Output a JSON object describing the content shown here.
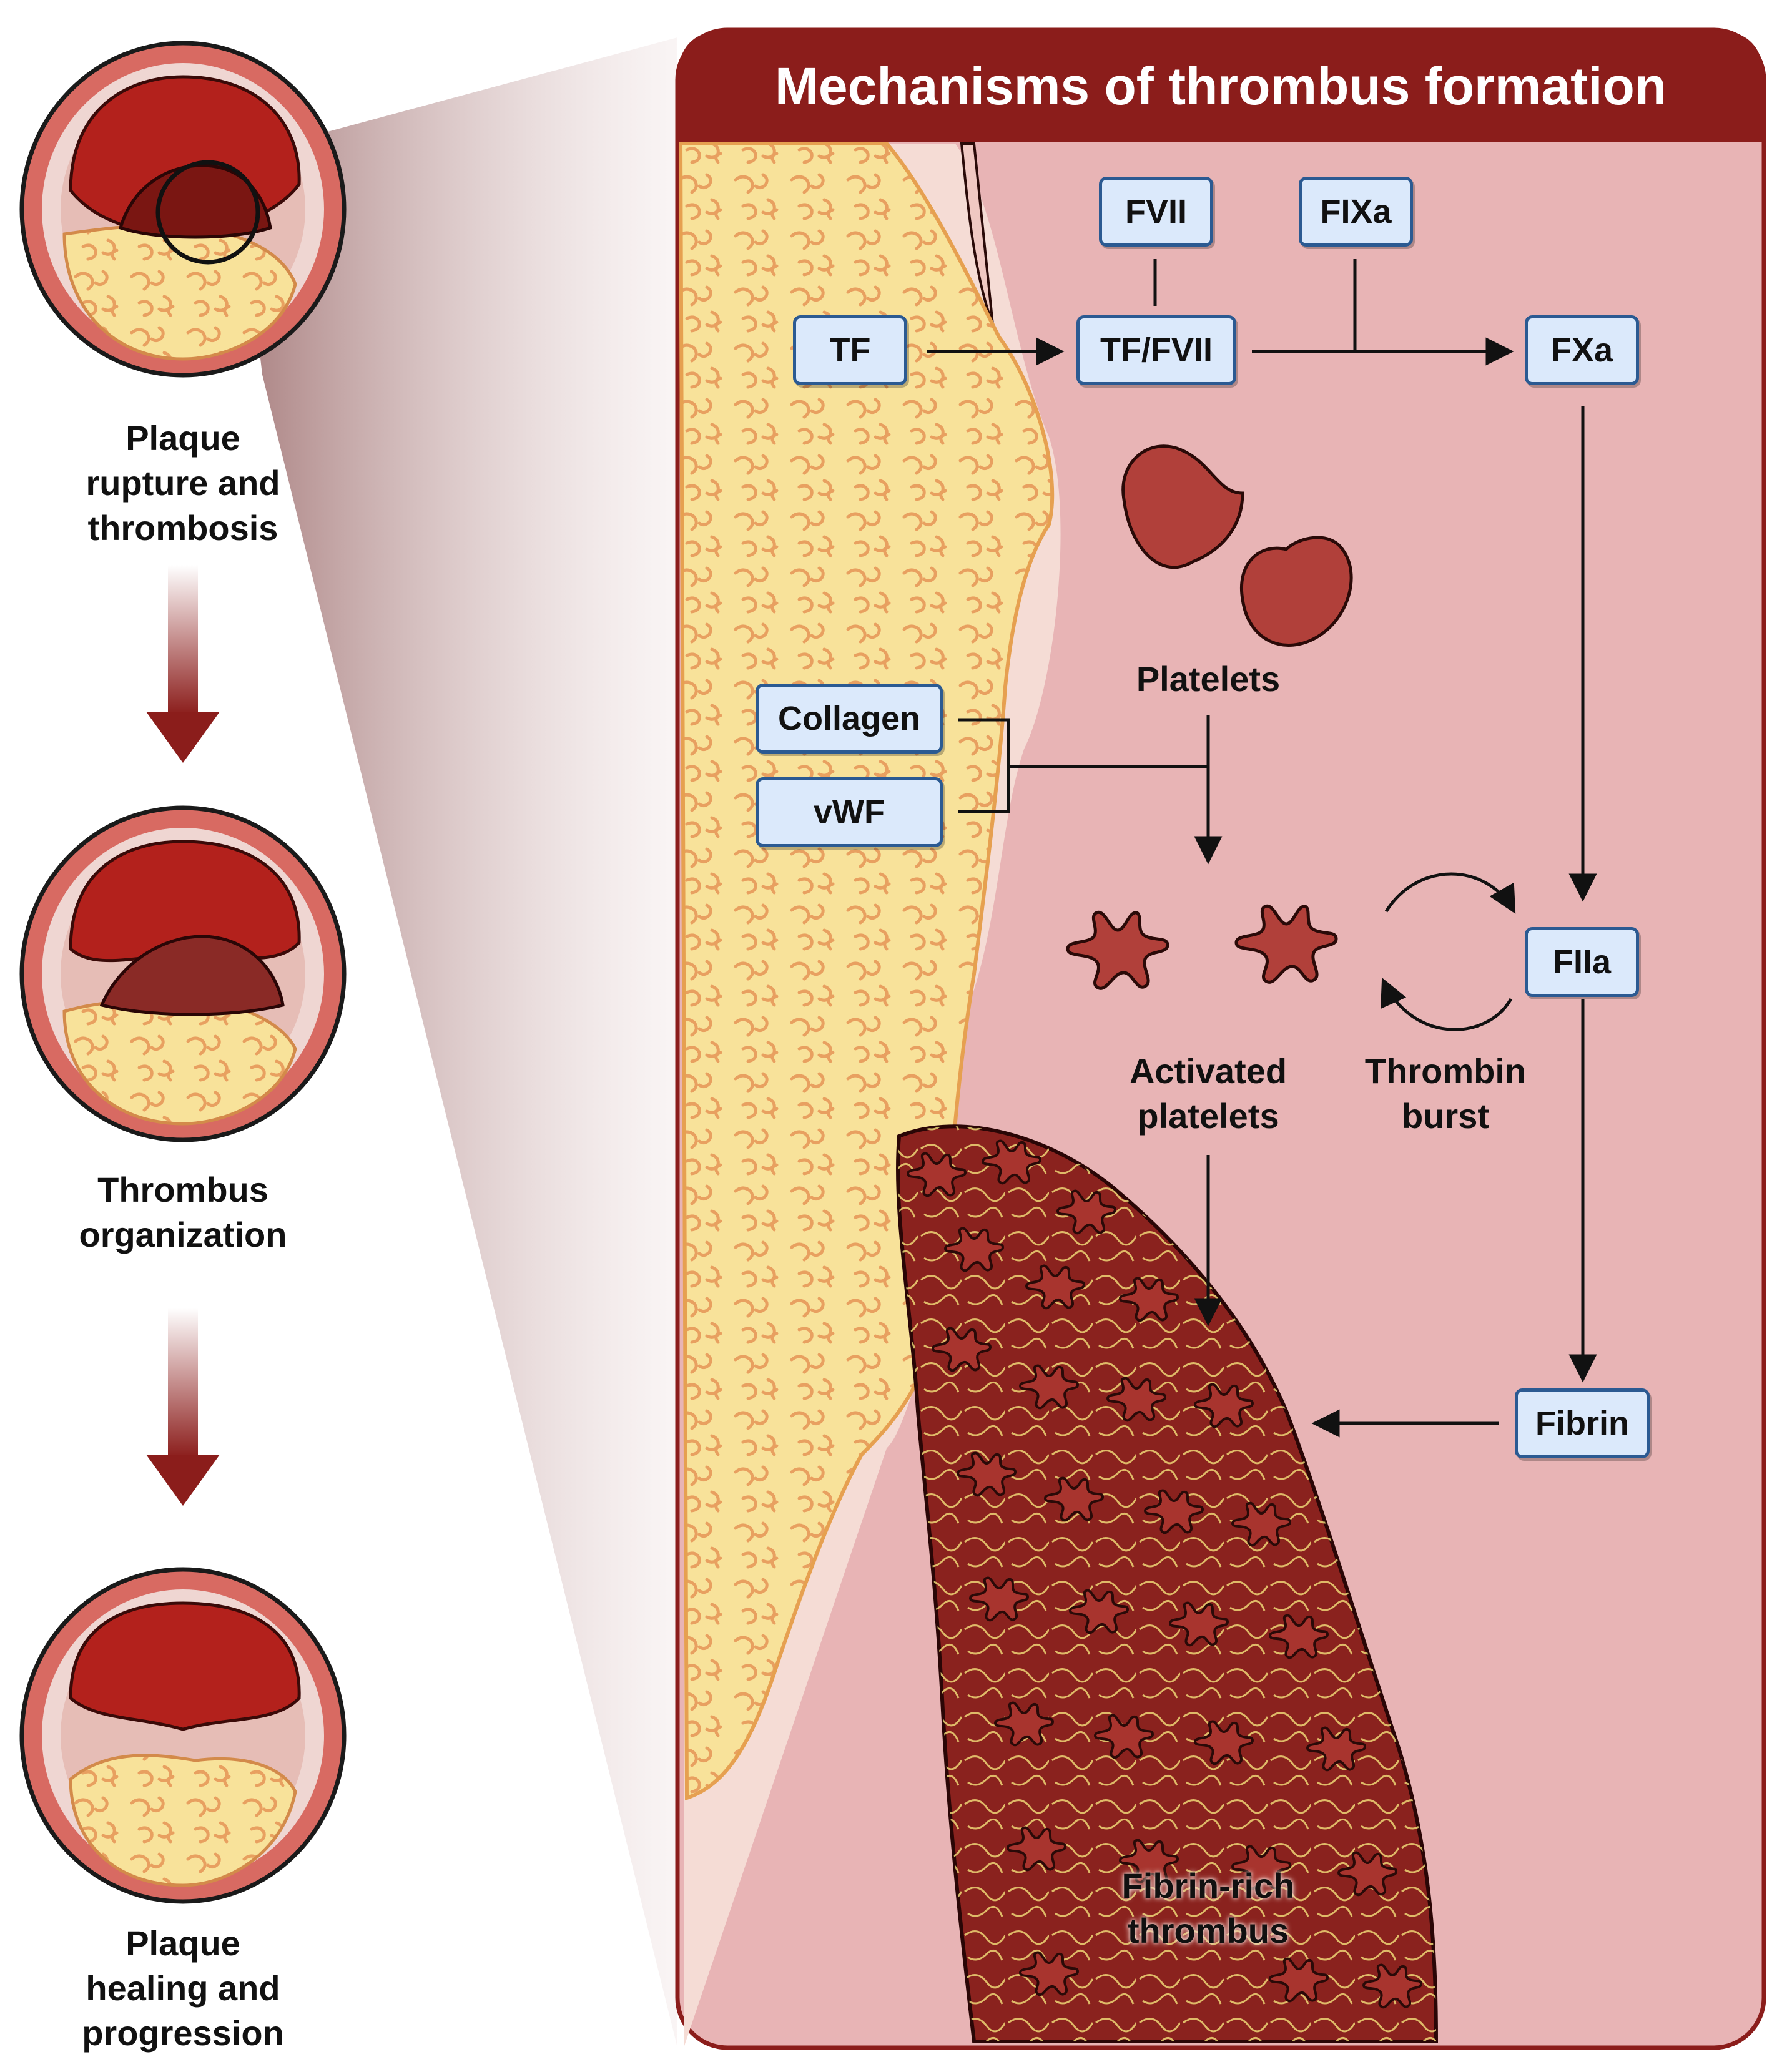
{
  "title": "Mechanisms of thrombus formation",
  "stages": [
    {
      "label": "Plaque\nrupture and\nthrombosis"
    },
    {
      "label": "Thrombus\norganization"
    },
    {
      "label": "Plaque\nhealing and\nprogression"
    }
  ],
  "factors": {
    "fvii": "FVII",
    "fixa": "FIXa",
    "tf": "TF",
    "tf_fvii": "TF/FVII",
    "fxa": "FXa",
    "collagen": "Collagen",
    "vwf": "vWF",
    "fiia": "FIIa",
    "fibrin": "Fibrin"
  },
  "labels": {
    "platelets": "Platelets",
    "activated_platelets": "Activated\nplatelets",
    "thrombin_burst": "Thrombin\nburst",
    "fibrin_rich_thrombus": "Fibrin-rich\nthrombus"
  },
  "colors": {
    "panel_header": "#8b1d1b",
    "panel_border": "#8b1d1b",
    "panel_bg": "#e8b4b5",
    "lumen": "#b3211c",
    "plaque": "#f8e29a",
    "platelet": "#b1403a",
    "box_fill": "#dbe9fb",
    "box_border": "#2b5a92",
    "flow_arrow": "#7a1a17"
  },
  "icons": [
    "artery-cross-section-icon",
    "platelet-icon",
    "activated-platelet-icon",
    "down-arrow-icon",
    "cycle-arrow-icon"
  ]
}
